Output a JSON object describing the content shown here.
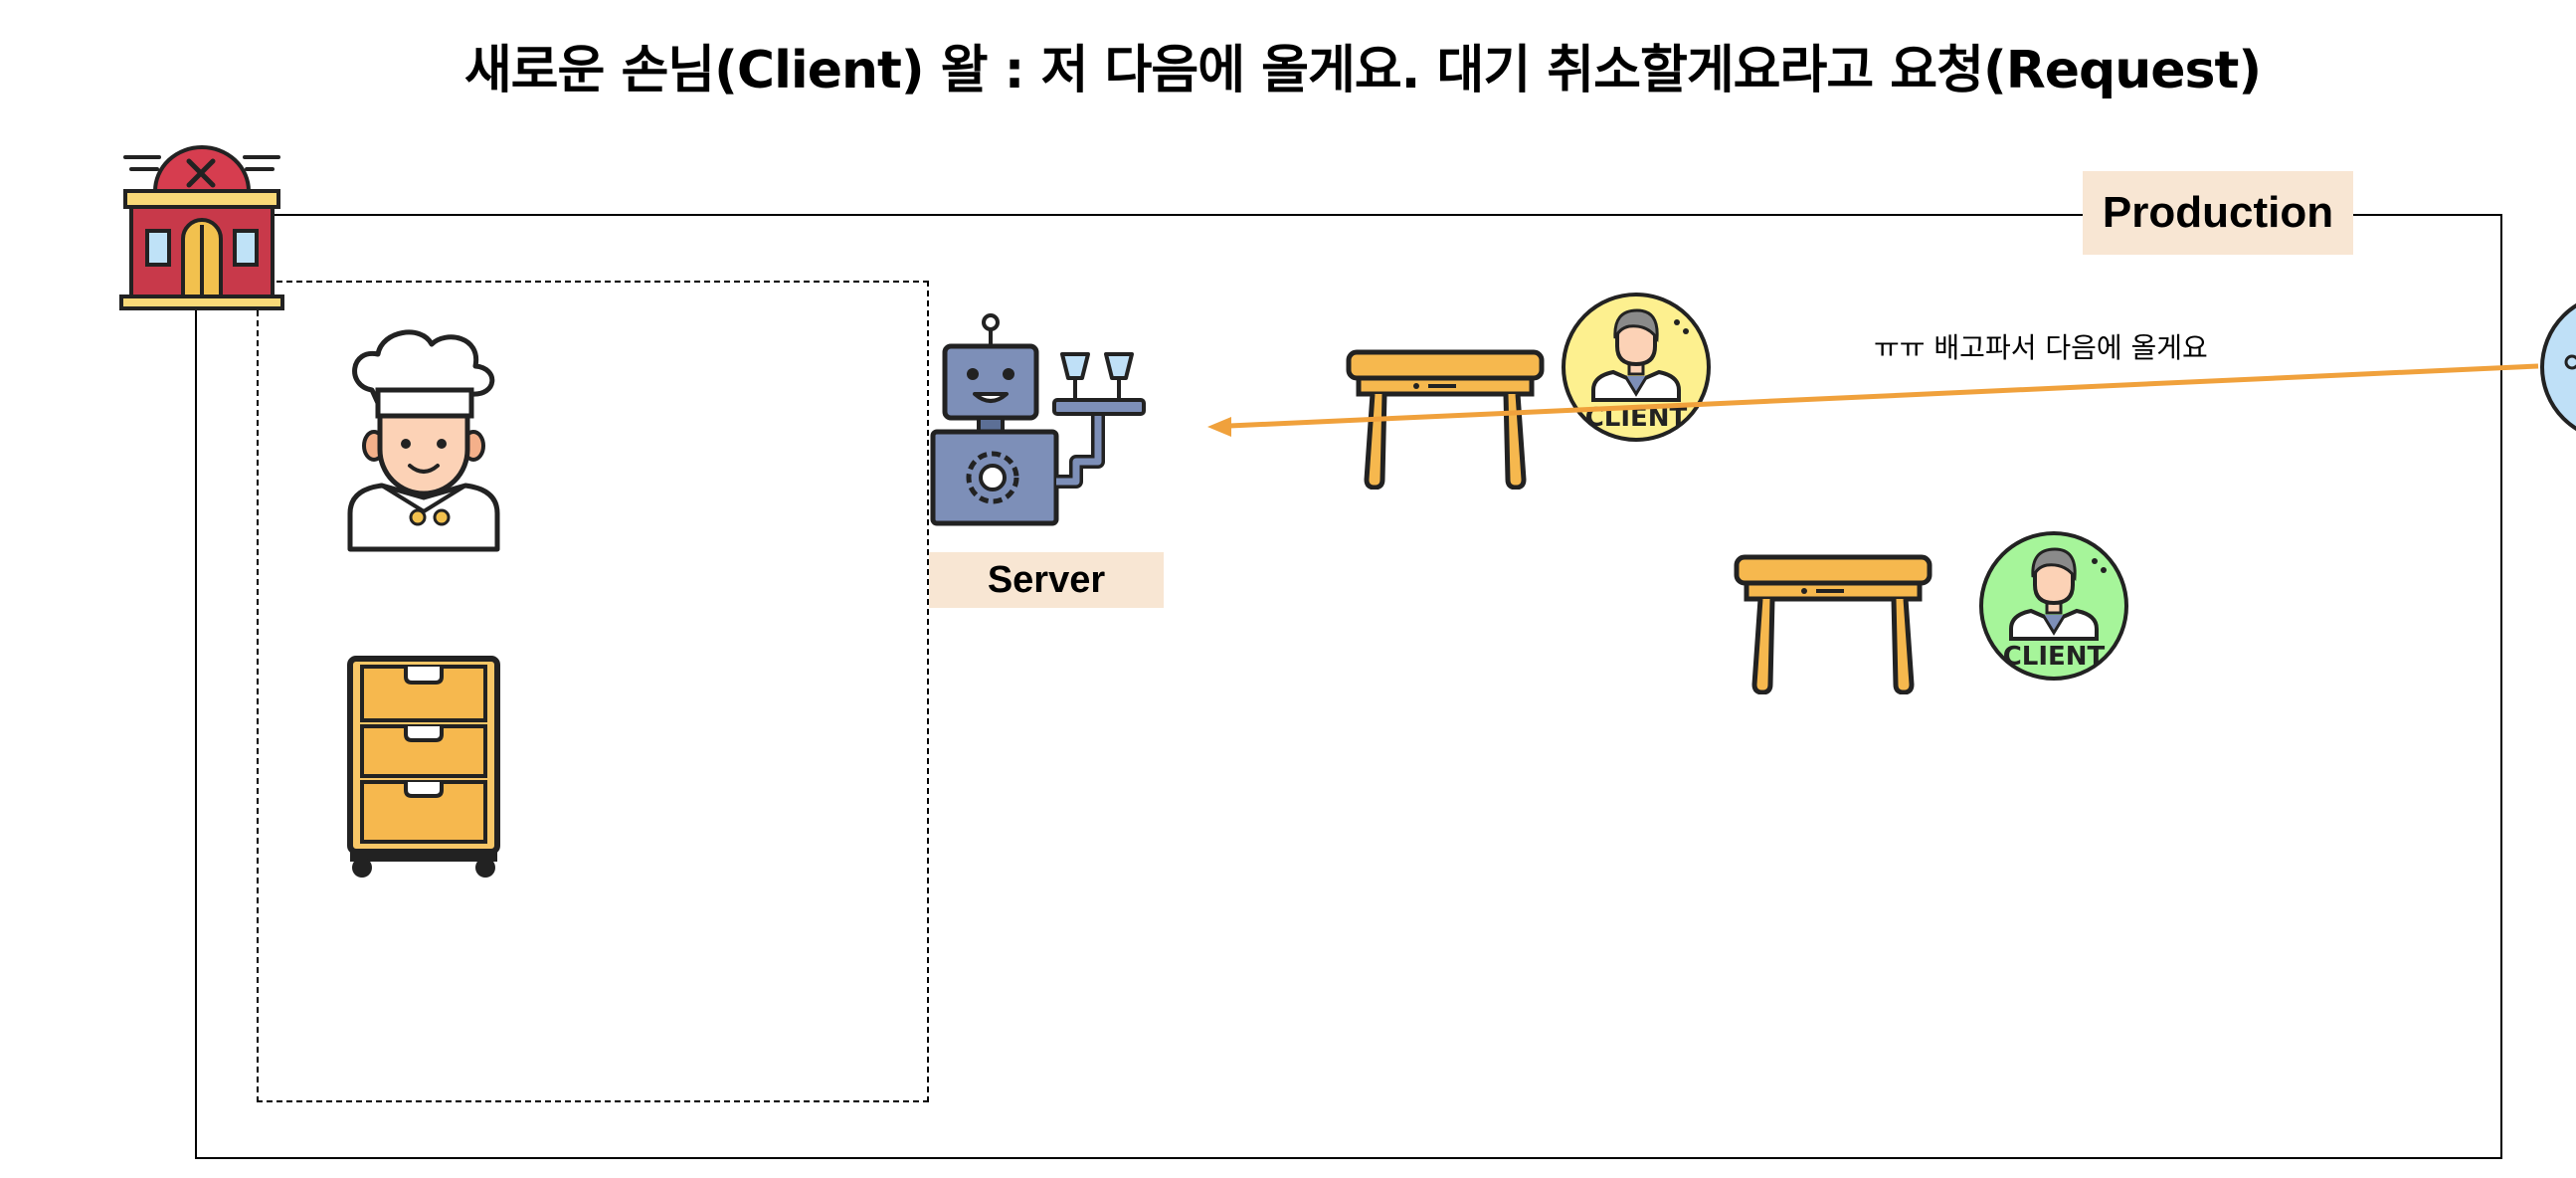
{
  "title": "새로운 손님(Client) 왈 : 저 다음에 올게요. 대기 취소할게요라고 요청(Request)",
  "labels": {
    "production": "Production",
    "server": "Server"
  },
  "message": "ㅠㅠ 배고파서 다음에 올게요",
  "clients": [
    {
      "label": "CLIENT",
      "color": "#fdf08f"
    },
    {
      "label": "CLIENT",
      "color": "#a6f59a"
    },
    {
      "label": "",
      "color": "#bfe0f7"
    }
  ],
  "icons": [
    "restaurant-icon",
    "chef-icon",
    "drawer-cabinet-icon",
    "robot-server-icon",
    "table-icon"
  ],
  "colors": {
    "arrow": "#f0a13c",
    "label_bg": "#f8e6d3",
    "table": "#f6b84e"
  }
}
